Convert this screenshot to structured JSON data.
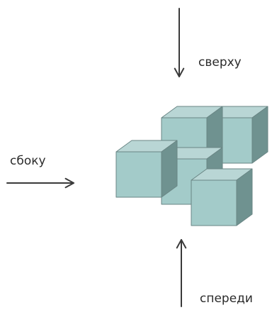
{
  "labels": {
    "top": "сверху",
    "side": "сбоку",
    "front": "спереди"
  },
  "colors": {
    "cube_top": "#b9d6d5",
    "cube_front": "#a3cbc9",
    "cube_right": "#6f9290",
    "cube_edge": "#6a8685",
    "arrow": "#3a3a3a",
    "label_text": "#2b2b2b"
  },
  "arrows": [
    {
      "name": "arrow-from-top",
      "direction": "down"
    },
    {
      "name": "arrow-from-side",
      "direction": "right"
    },
    {
      "name": "arrow-from-front",
      "direction": "up"
    }
  ],
  "cube_count": 5
}
